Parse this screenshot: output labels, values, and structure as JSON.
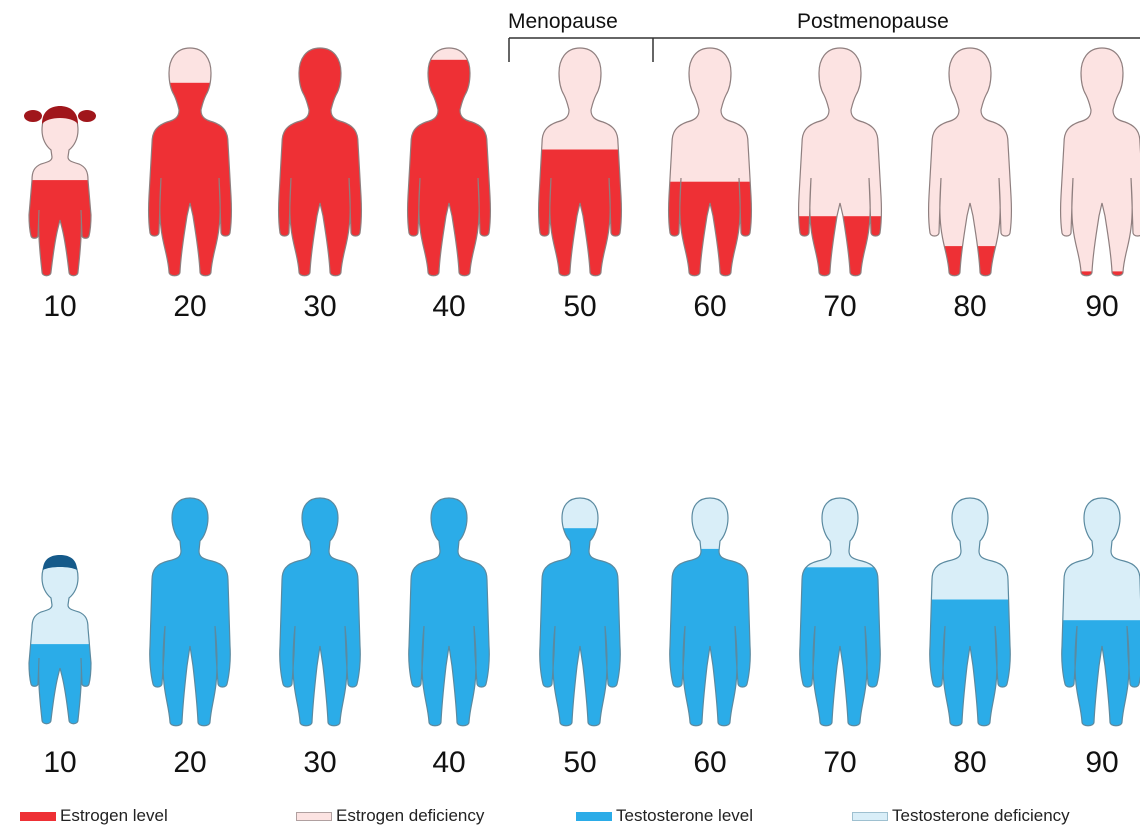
{
  "phases": {
    "menopause": "Menopause",
    "postmenopause": "Postmenopause"
  },
  "female_row": {
    "hormone": "Estrogen",
    "ages": [
      "10",
      "20",
      "30",
      "40",
      "50",
      "60",
      "70",
      "80",
      "90"
    ],
    "level_fraction": [
      0.55,
      0.84,
      1.0,
      0.94,
      0.55,
      0.41,
      0.26,
      0.13,
      0.02
    ]
  },
  "male_row": {
    "hormone": "Testosterone",
    "ages": [
      "10",
      "20",
      "30",
      "40",
      "50",
      "60",
      "70",
      "80",
      "90"
    ],
    "level_fraction": [
      0.46,
      1.0,
      1.0,
      1.0,
      0.86,
      0.77,
      0.69,
      0.55,
      0.46
    ]
  },
  "legend": [
    {
      "label": "Estrogen level",
      "color": "#ee3035",
      "border": "#ee3035"
    },
    {
      "label": "Estrogen deficiency",
      "color": "#fce3e2",
      "border": "#b0a0a0"
    },
    {
      "label": "Testosterone level",
      "color": "#2bace8",
      "border": "#2bace8"
    },
    {
      "label": "Testosterone deficiency",
      "color": "#d9eef8",
      "border": "#9ec0d0"
    }
  ],
  "colors": {
    "estrogen_level": "#ee3035",
    "estrogen_deficiency": "#fce3e2",
    "estrogen_outline": "#8f7f7f",
    "girl_hair": "#a0161b",
    "testosterone_level": "#2bace8",
    "testosterone_deficiency": "#d9eef8",
    "testosterone_outline": "#5b8aa0",
    "boy_hair": "#155a8a"
  }
}
